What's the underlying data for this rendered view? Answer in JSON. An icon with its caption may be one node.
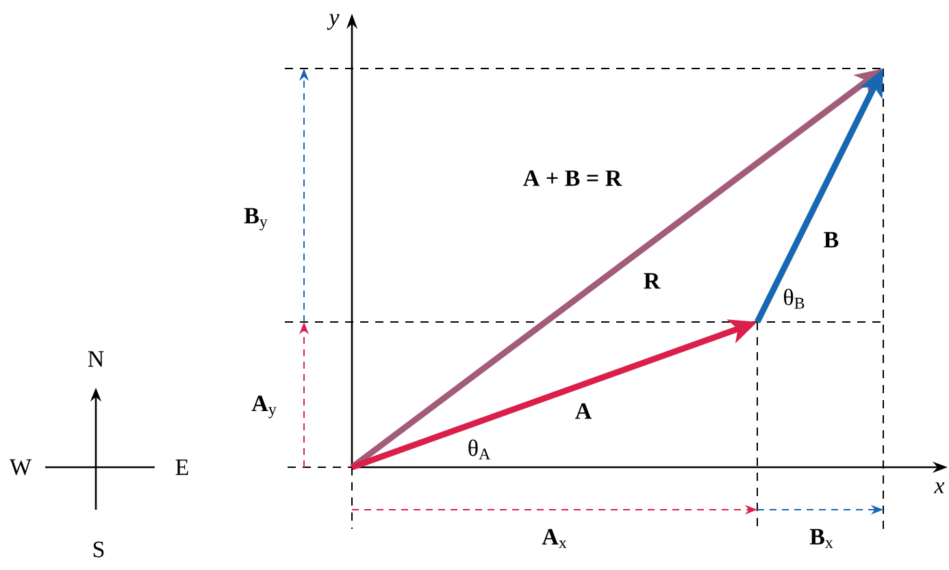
{
  "diagram": {
    "labels": [
      "*y*",
      "**B**$_{y}$",
      "A + B = R",
      "B",
      "R",
      "θ$_{B}$",
      "N",
      "**A**$_{y}$",
      "A",
      "θ$_{A}$",
      "W",
      "E",
      "*x*",
      "**A**$_{x}$",
      "**B**$_{x}$",
      "S"
    ]
  }
}
